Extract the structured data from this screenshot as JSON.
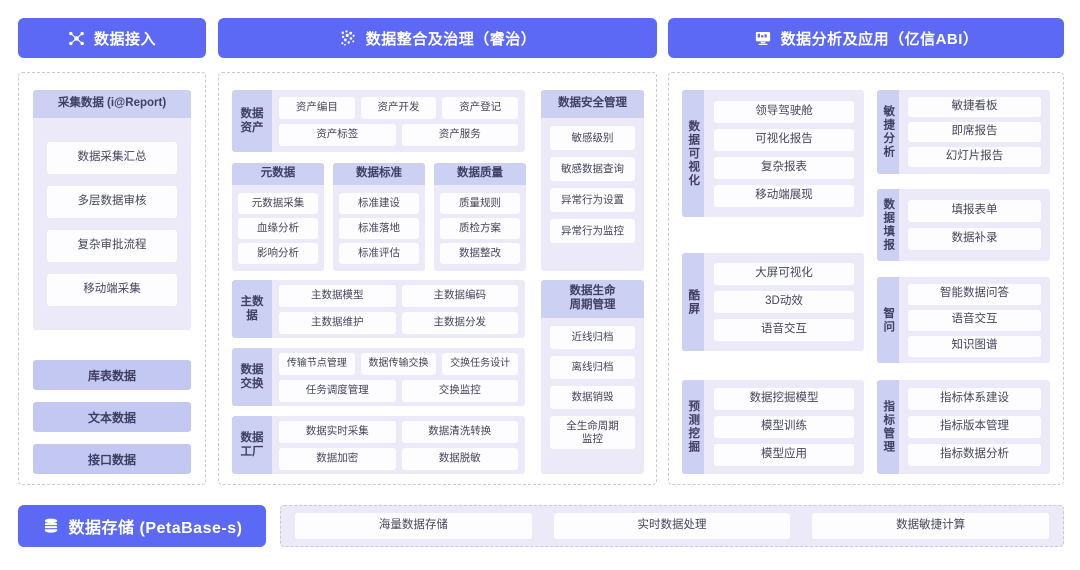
{
  "headers": [
    {
      "label": "数据接入",
      "icon": "nodes-network-icon"
    },
    {
      "label": "数据整合及治理（睿治）",
      "icon": "scatter-dots-icon"
    },
    {
      "label": "数据分析及应用（亿信ABI）",
      "icon": "monitor-icon"
    }
  ],
  "colors": {
    "accent": "#5b69f5",
    "panel": "#eceaf9",
    "label": "#ccd0f3",
    "solid_bar": "#c3c8f2",
    "chip": "#fdfdff",
    "dashed_border": "#c9c9d6"
  },
  "col1": {
    "collect_group": {
      "head": "采集数据 (i@Report)",
      "items": [
        "数据采集汇总",
        "多层数据审核",
        "复杂审批流程",
        "移动端采集"
      ]
    },
    "bars": [
      "库表数据",
      "文本数据",
      "接口数据"
    ]
  },
  "col2": {
    "asset": {
      "label": "数据\n资产",
      "row1": [
        "资产编目",
        "资产开发",
        "资产登记"
      ],
      "row2": [
        "资产标签",
        "资产服务"
      ]
    },
    "triple": [
      {
        "head": "元数据",
        "items": [
          "元数据采集",
          "血缘分析",
          "影响分析"
        ]
      },
      {
        "head": "数据标准",
        "items": [
          "标准建设",
          "标准落地",
          "标准评估"
        ]
      },
      {
        "head": "数据质量",
        "items": [
          "质量规则",
          "质检方案",
          "数据整改"
        ]
      }
    ],
    "master": {
      "label": "主数据",
      "row1": [
        "主数据模型",
        "主数据编码"
      ],
      "row2": [
        "主数据维护",
        "主数据分发"
      ]
    },
    "exchange": {
      "label": "数据\n交换",
      "row1": [
        "传输节点管理",
        "数据传输交换",
        "交换任务设计"
      ],
      "row2": [
        "任务调度管理",
        "交换监控"
      ]
    },
    "factory": {
      "label": "数据\n工厂",
      "row1": [
        "数据实时采集",
        "数据清洗转换"
      ],
      "row2": [
        "数据加密",
        "数据脱敏"
      ]
    },
    "security": {
      "head": "数据安全管理",
      "items": [
        "敏感级别",
        "敏感数据查询",
        "异常行为设置",
        "异常行为监控"
      ]
    },
    "lifecycle": {
      "head": "数据生命\n周期管理",
      "items": [
        "近线归档",
        "离线归档",
        "数据销毁",
        "全生命周期\n监控"
      ]
    }
  },
  "col3": {
    "visual": {
      "label": "数据可视化",
      "items": [
        "领导驾驶舱",
        "可视化报告",
        "复杂报表",
        "移动端展现"
      ]
    },
    "coolscreen": {
      "label": "酷屏",
      "items": [
        "大屏可视化",
        "3D动效",
        "语音交互"
      ]
    },
    "predict": {
      "label": "预测挖掘",
      "items": [
        "数据挖掘模型",
        "模型训练",
        "模型应用"
      ]
    },
    "agile": {
      "label": "敏捷分析",
      "items": [
        "敏捷看板",
        "即席报告",
        "幻灯片报告"
      ]
    },
    "fill": {
      "label": "数据填报",
      "items": [
        "填报表单",
        "数据补录"
      ]
    },
    "smartq": {
      "label": "智问",
      "items": [
        "智能数据问答",
        "语音交互",
        "知识图谱"
      ]
    },
    "metric": {
      "label": "指标管理",
      "items": [
        "指标体系建设",
        "指标版本管理",
        "指标数据分析"
      ]
    }
  },
  "bottom": {
    "title": "数据存储 (PetaBase-s)",
    "icon": "database-icon",
    "items": [
      "海量数据存储",
      "实时数据处理",
      "数据敏捷计算"
    ]
  }
}
